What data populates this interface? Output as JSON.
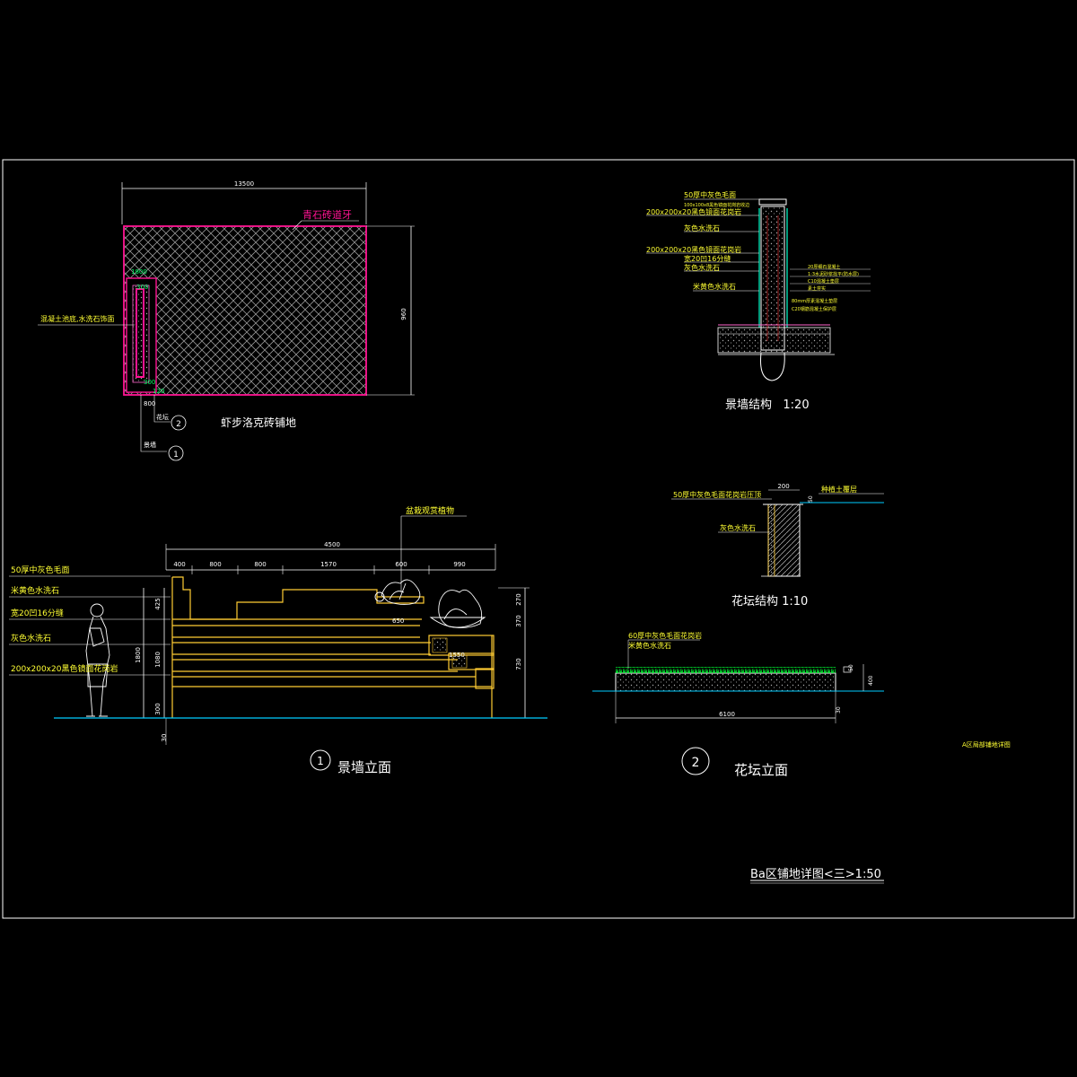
{
  "sheet": {
    "title": "Ba区铺地详图<三>1:50",
    "note": "A区局部铺地详图"
  },
  "plan": {
    "dim_width": "13500",
    "dim_height": "960",
    "callout_edge": "青石砖道牙",
    "callout_wall": "混凝土池底,水洗石饰面",
    "paving_label": "虾步洛克砖铺地",
    "small_dims": [
      "1800",
      "300",
      "800",
      "120",
      "300"
    ],
    "refs": [
      {
        "num": "2",
        "label": "花坛"
      },
      {
        "num": "1",
        "label": "景墙"
      }
    ]
  },
  "wall_elevation": {
    "title": "景墙立面",
    "ref_num": "1",
    "total_dim": "4500",
    "top_dims": [
      "400",
      "800",
      "800",
      "1570",
      "600",
      "990"
    ],
    "right_dims": [
      "270",
      "370",
      "730"
    ],
    "left_dims": [
      "425",
      "1800",
      "1080",
      "300"
    ],
    "bottom_dim": "30",
    "inner_dims": [
      "650",
      "1550"
    ],
    "plant_callout": "盆栽观赏植物",
    "callouts": [
      "50厚中灰色毛面",
      "米黄色水洗石",
      "宽20凹16分缝",
      "灰色水洗石",
      "200x200x20黑色镜面花岗岩"
    ]
  },
  "wall_structure": {
    "title": "景墙结构   1:20",
    "callouts": [
      "50厚中灰色毛面",
      "100x100x8黑色镜面花岗岩收边",
      "200x200x20黑色镜面花岗岩",
      "灰色水洗石",
      "200x200x20黑色镜面花岗岩",
      "宽20凹16分缝",
      "灰色水洗石",
      "米黄色水洗石"
    ],
    "right_notes": [
      "20厚细石混凝土",
      "1:3水泥砂浆找平(防水层)",
      "C10混凝土垫层",
      "素土夯实"
    ],
    "right_notes2": [
      "80mm厚素混凝土垫层",
      "C20钢筋混凝土保护层"
    ]
  },
  "planter_structure": {
    "title": "花坛结构 1:10",
    "dim_top": "200",
    "dim_side": "50",
    "callouts": [
      "50厚中灰色毛面花岗岩压顶",
      "灰色水洗石"
    ],
    "right_callout": "种植土覆层"
  },
  "planter_elevation": {
    "title": "花坛立面",
    "ref_num": "2",
    "callouts": [
      "60厚中灰色毛面花岗岩",
      "米黄色水洗石"
    ],
    "dim_width": "6100",
    "dims_right": [
      "50",
      "400",
      "30"
    ]
  }
}
